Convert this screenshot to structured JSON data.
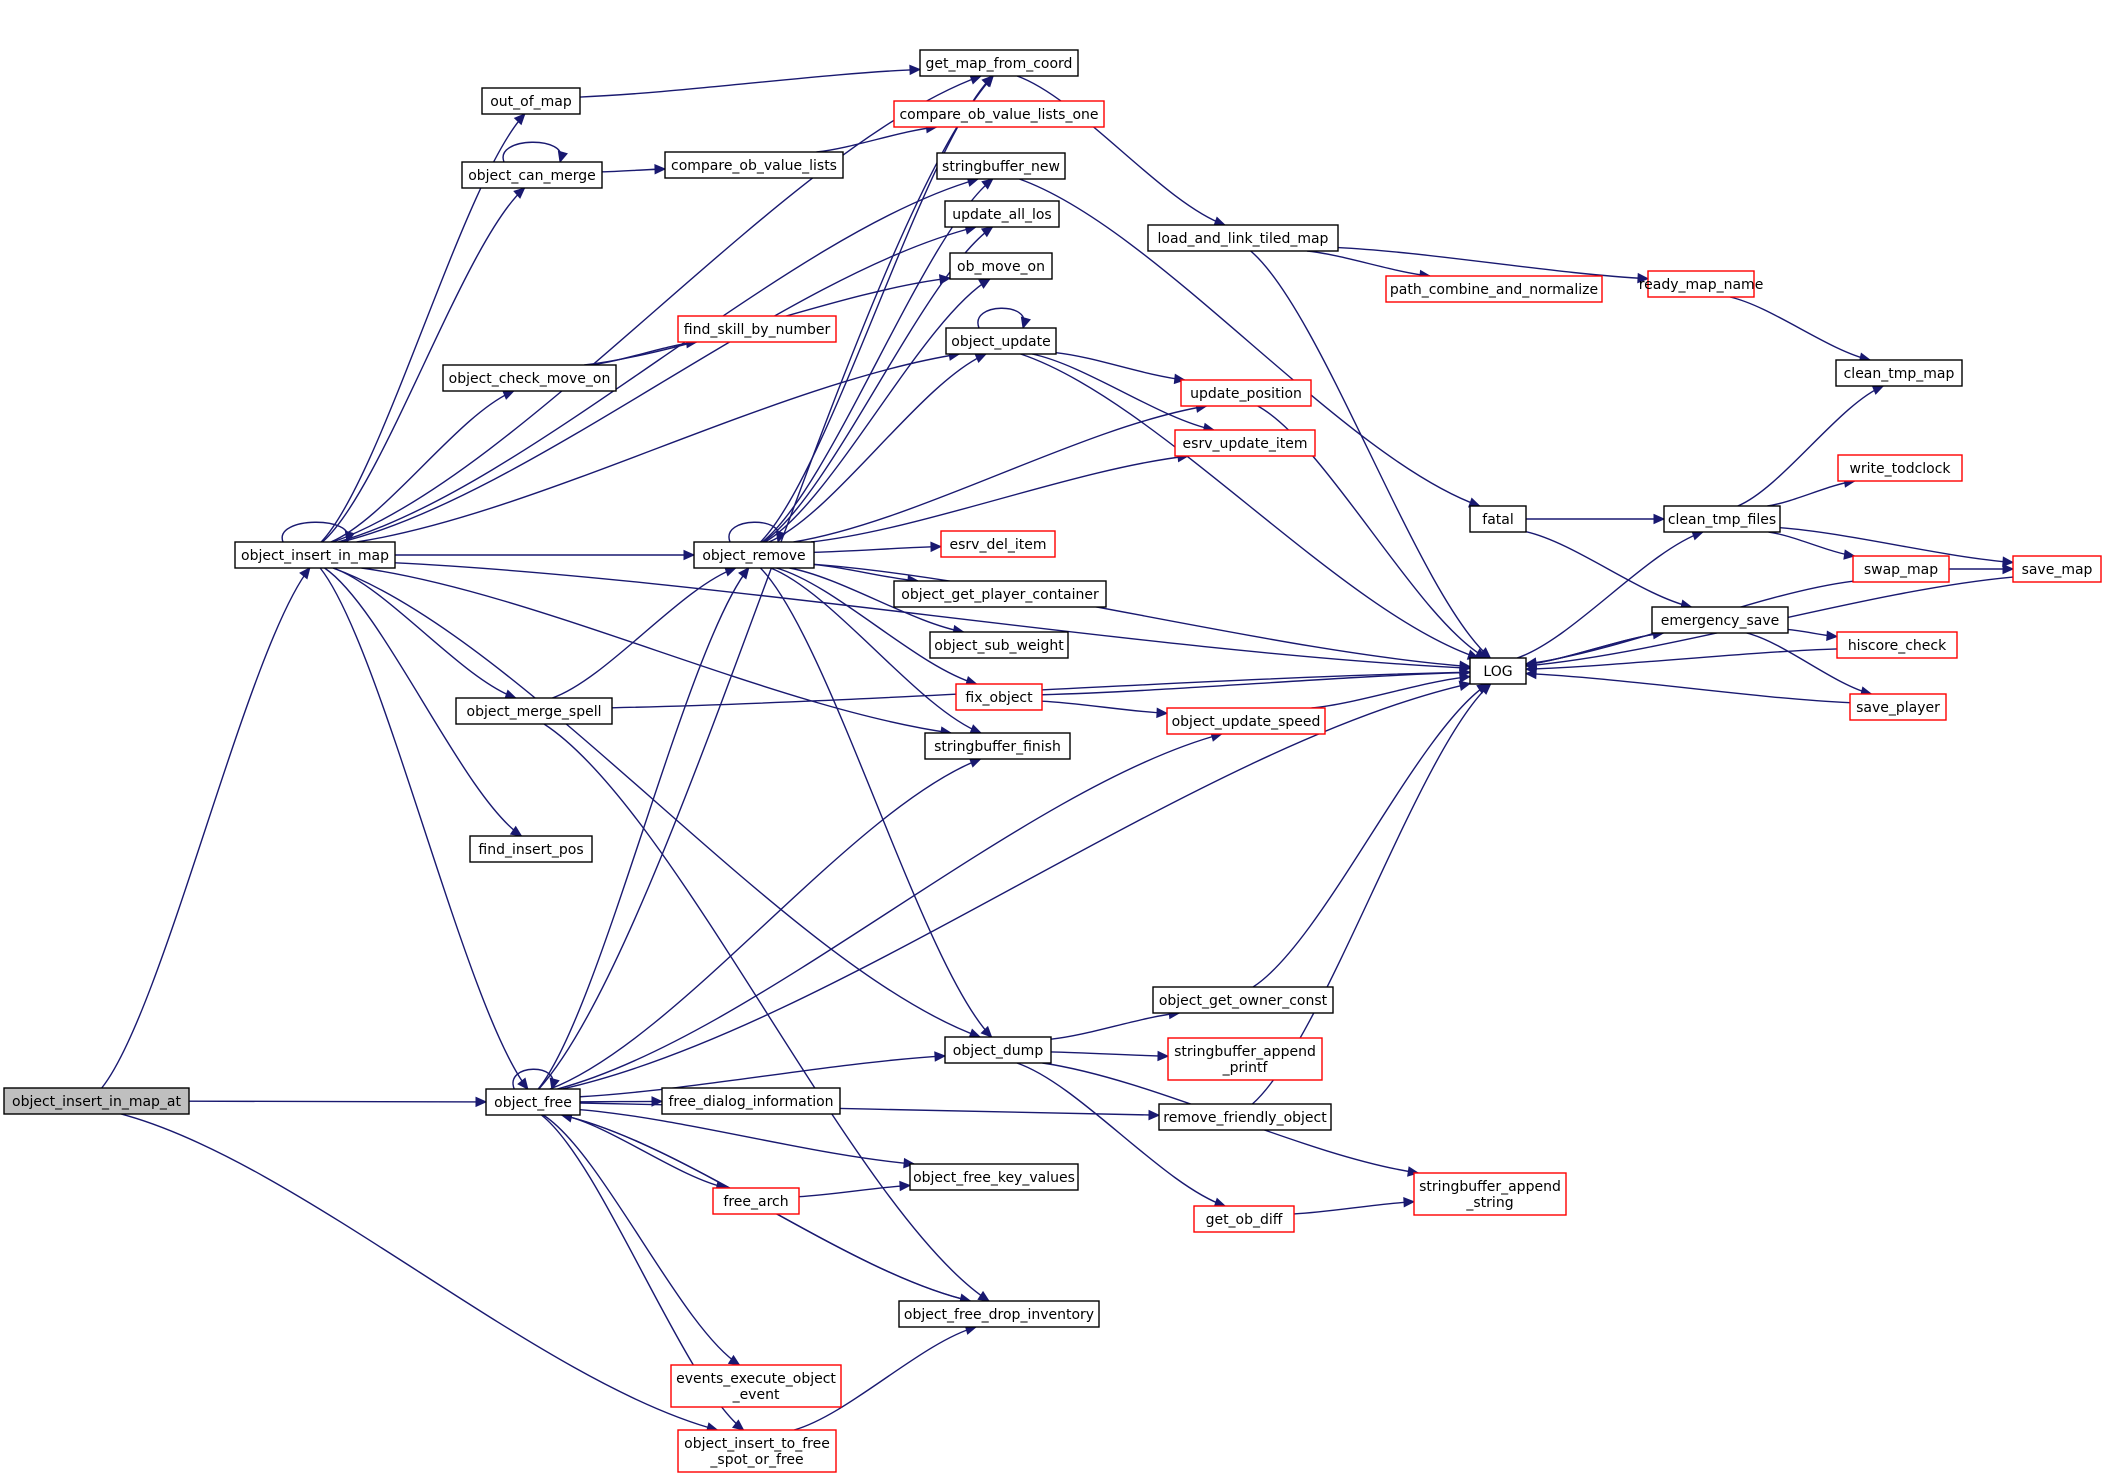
{
  "colors": {
    "edge": "#191970",
    "documented_border": "#000000",
    "undocumented_border": "#ff0000",
    "highlight_fill": "#bfbfbf",
    "node_fill": "#ffffff"
  },
  "nodes": [
    {
      "id": "n_at",
      "label": "object_insert_in_map_at",
      "style": "highlight"
    },
    {
      "id": "n_iim",
      "label": "object_insert_in_map",
      "style": "black"
    },
    {
      "id": "n_free",
      "label": "object_free",
      "style": "black"
    },
    {
      "id": "n_oom",
      "label": "out_of_map",
      "style": "black"
    },
    {
      "id": "n_ocm",
      "label": "object_can_merge",
      "style": "black"
    },
    {
      "id": "n_covl",
      "label": "compare_ob_value_lists",
      "style": "black"
    },
    {
      "id": "n_covlo",
      "label": "compare_ob_value_lists_one",
      "style": "red"
    },
    {
      "id": "n_gmfc",
      "label": "get_map_from_coord",
      "style": "black"
    },
    {
      "id": "n_sbn",
      "label": "stringbuffer_new",
      "style": "black"
    },
    {
      "id": "n_ual",
      "label": "update_all_los",
      "style": "black"
    },
    {
      "id": "n_omo",
      "label": "ob_move_on",
      "style": "black"
    },
    {
      "id": "n_fsbn",
      "label": "find_skill_by_number",
      "style": "red"
    },
    {
      "id": "n_ocmo",
      "label": "object_check_move_on",
      "style": "black"
    },
    {
      "id": "n_ou",
      "label": "object_update",
      "style": "black"
    },
    {
      "id": "n_or",
      "label": "object_remove",
      "style": "black"
    },
    {
      "id": "n_edi",
      "label": "esrv_del_item",
      "style": "red"
    },
    {
      "id": "n_ogpc",
      "label": "object_get_player_container",
      "style": "black"
    },
    {
      "id": "n_osw",
      "label": "object_sub_weight",
      "style": "black"
    },
    {
      "id": "n_fo",
      "label": "fix_object",
      "style": "red"
    },
    {
      "id": "n_oms",
      "label": "object_merge_spell",
      "style": "black"
    },
    {
      "id": "n_sbf",
      "label": "stringbuffer_finish",
      "style": "black"
    },
    {
      "id": "n_fip",
      "label": "find_insert_pos",
      "style": "black"
    },
    {
      "id": "n_lltm",
      "label": "load_and_link_tiled_map",
      "style": "black"
    },
    {
      "id": "n_pcan",
      "label": "path_combine_and_normalize",
      "style": "red"
    },
    {
      "id": "n_rmn",
      "label": "ready_map_name",
      "style": "red"
    },
    {
      "id": "n_up",
      "label": "update_position",
      "style": "red"
    },
    {
      "id": "n_eui",
      "label": "esrv_update_item",
      "style": "red"
    },
    {
      "id": "n_ctm",
      "label": "clean_tmp_map",
      "style": "black"
    },
    {
      "id": "n_wtc",
      "label": "write_todclock",
      "style": "red"
    },
    {
      "id": "n_fatal",
      "label": "fatal",
      "style": "black"
    },
    {
      "id": "n_ctf",
      "label": "clean_tmp_files",
      "style": "black"
    },
    {
      "id": "n_swap",
      "label": "swap_map",
      "style": "red"
    },
    {
      "id": "n_save",
      "label": "save_map",
      "style": "red"
    },
    {
      "id": "n_es",
      "label": "emergency_save",
      "style": "black"
    },
    {
      "id": "n_hs",
      "label": "hiscore_check",
      "style": "red"
    },
    {
      "id": "n_log",
      "label": "LOG",
      "style": "black"
    },
    {
      "id": "n_sp",
      "label": "save_player",
      "style": "red"
    },
    {
      "id": "n_ous",
      "label": "object_update_speed",
      "style": "red"
    },
    {
      "id": "n_ogoc",
      "label": "object_get_owner_const",
      "style": "black"
    },
    {
      "id": "n_od",
      "label": "object_dump",
      "style": "black"
    },
    {
      "id": "n_sbap",
      "label": [
        "stringbuffer_append",
        "_printf"
      ],
      "style": "red"
    },
    {
      "id": "n_rfo",
      "label": "remove_friendly_object",
      "style": "black"
    },
    {
      "id": "n_fdi",
      "label": "free_dialog_information",
      "style": "black"
    },
    {
      "id": "n_fa",
      "label": "free_arch",
      "style": "red"
    },
    {
      "id": "n_ofkv",
      "label": "object_free_key_values",
      "style": "black"
    },
    {
      "id": "n_god",
      "label": "get_ob_diff",
      "style": "red"
    },
    {
      "id": "n_sbas",
      "label": [
        "stringbuffer_append",
        "_string"
      ],
      "style": "red"
    },
    {
      "id": "n_ofdi",
      "label": "object_free_drop_inventory",
      "style": "black"
    },
    {
      "id": "n_eeoe",
      "label": [
        "events_execute_object",
        "_event"
      ],
      "style": "red"
    },
    {
      "id": "n_oitfs",
      "label": [
        "object_insert_to_free",
        "_spot_or_free"
      ],
      "style": "red"
    }
  ],
  "edges": [
    [
      "n_at",
      "n_iim"
    ],
    [
      "n_at",
      "n_free"
    ],
    [
      "n_at",
      "n_oitfs"
    ],
    [
      "n_iim",
      "n_iim"
    ],
    [
      "n_iim",
      "n_oom"
    ],
    [
      "n_iim",
      "n_gmfc"
    ],
    [
      "n_iim",
      "n_ocm"
    ],
    [
      "n_iim",
      "n_sbn"
    ],
    [
      "n_iim",
      "n_ual"
    ],
    [
      "n_iim",
      "n_ocmo"
    ],
    [
      "n_iim",
      "n_ou"
    ],
    [
      "n_iim",
      "n_or"
    ],
    [
      "n_iim",
      "n_oms"
    ],
    [
      "n_iim",
      "n_sbf"
    ],
    [
      "n_iim",
      "n_log"
    ],
    [
      "n_iim",
      "n_fip"
    ],
    [
      "n_iim",
      "n_od"
    ],
    [
      "n_iim",
      "n_free"
    ],
    [
      "n_oom",
      "n_gmfc"
    ],
    [
      "n_ocm",
      "n_ocm"
    ],
    [
      "n_ocm",
      "n_covl"
    ],
    [
      "n_covl",
      "n_covlo"
    ],
    [
      "n_ocmo",
      "n_fsbn"
    ],
    [
      "n_ocmo",
      "n_omo"
    ],
    [
      "n_gmfc",
      "n_lltm"
    ],
    [
      "n_or",
      "n_or"
    ],
    [
      "n_or",
      "n_gmfc"
    ],
    [
      "n_or",
      "n_sbn"
    ],
    [
      "n_or",
      "n_ual"
    ],
    [
      "n_or",
      "n_omo"
    ],
    [
      "n_or",
      "n_ou"
    ],
    [
      "n_or",
      "n_up"
    ],
    [
      "n_or",
      "n_eui"
    ],
    [
      "n_or",
      "n_log"
    ],
    [
      "n_or",
      "n_edi"
    ],
    [
      "n_or",
      "n_ogpc"
    ],
    [
      "n_or",
      "n_osw"
    ],
    [
      "n_or",
      "n_fo"
    ],
    [
      "n_or",
      "n_sbf"
    ],
    [
      "n_or",
      "n_od"
    ],
    [
      "n_ou",
      "n_ou"
    ],
    [
      "n_ou",
      "n_up"
    ],
    [
      "n_ou",
      "n_eui"
    ],
    [
      "n_ou",
      "n_log"
    ],
    [
      "n_sbn",
      "n_fatal"
    ],
    [
      "n_oms",
      "n_or"
    ],
    [
      "n_oms",
      "n_log"
    ],
    [
      "n_oms",
      "n_ofdi"
    ],
    [
      "n_lltm",
      "n_pcan"
    ],
    [
      "n_lltm",
      "n_rmn"
    ],
    [
      "n_lltm",
      "n_log"
    ],
    [
      "n_rmn",
      "n_ctm"
    ],
    [
      "n_up",
      "n_log"
    ],
    [
      "n_fo",
      "n_ous"
    ],
    [
      "n_fo",
      "n_log"
    ],
    [
      "n_ous",
      "n_log"
    ],
    [
      "n_fatal",
      "n_ctf"
    ],
    [
      "n_fatal",
      "n_es"
    ],
    [
      "n_ctf",
      "n_ctm"
    ],
    [
      "n_ctf",
      "n_wtc"
    ],
    [
      "n_ctf",
      "n_swap"
    ],
    [
      "n_ctf",
      "n_save"
    ],
    [
      "n_log",
      "n_ctf"
    ],
    [
      "n_log",
      "n_es"
    ],
    [
      "n_swap",
      "n_save"
    ],
    [
      "n_swap",
      "n_log"
    ],
    [
      "n_save",
      "n_log"
    ],
    [
      "n_es",
      "n_hs"
    ],
    [
      "n_es",
      "n_sp"
    ],
    [
      "n_es",
      "n_log"
    ],
    [
      "n_hs",
      "n_log"
    ],
    [
      "n_sp",
      "n_log"
    ],
    [
      "n_free",
      "n_free"
    ],
    [
      "n_free",
      "n_gmfc"
    ],
    [
      "n_free",
      "n_or"
    ],
    [
      "n_free",
      "n_sbf"
    ],
    [
      "n_free",
      "n_ous"
    ],
    [
      "n_free",
      "n_log"
    ],
    [
      "n_free",
      "n_od"
    ],
    [
      "n_free",
      "n_fdi"
    ],
    [
      "n_free",
      "n_ofkv"
    ],
    [
      "n_free",
      "n_fa"
    ],
    [
      "n_free",
      "n_rfo"
    ],
    [
      "n_free",
      "n_ofdi"
    ],
    [
      "n_free",
      "n_eeoe"
    ],
    [
      "n_free",
      "n_oitfs"
    ],
    [
      "n_fa",
      "n_ofkv"
    ],
    [
      "n_od",
      "n_ogoc"
    ],
    [
      "n_od",
      "n_sbap"
    ],
    [
      "n_od",
      "n_sbas"
    ],
    [
      "n_od",
      "n_god"
    ],
    [
      "n_ogoc",
      "n_log"
    ],
    [
      "n_rfo",
      "n_log"
    ],
    [
      "n_god",
      "n_sbas"
    ],
    [
      "n_ofdi",
      "n_free"
    ],
    [
      "n_oitfs",
      "n_ofdi"
    ]
  ]
}
